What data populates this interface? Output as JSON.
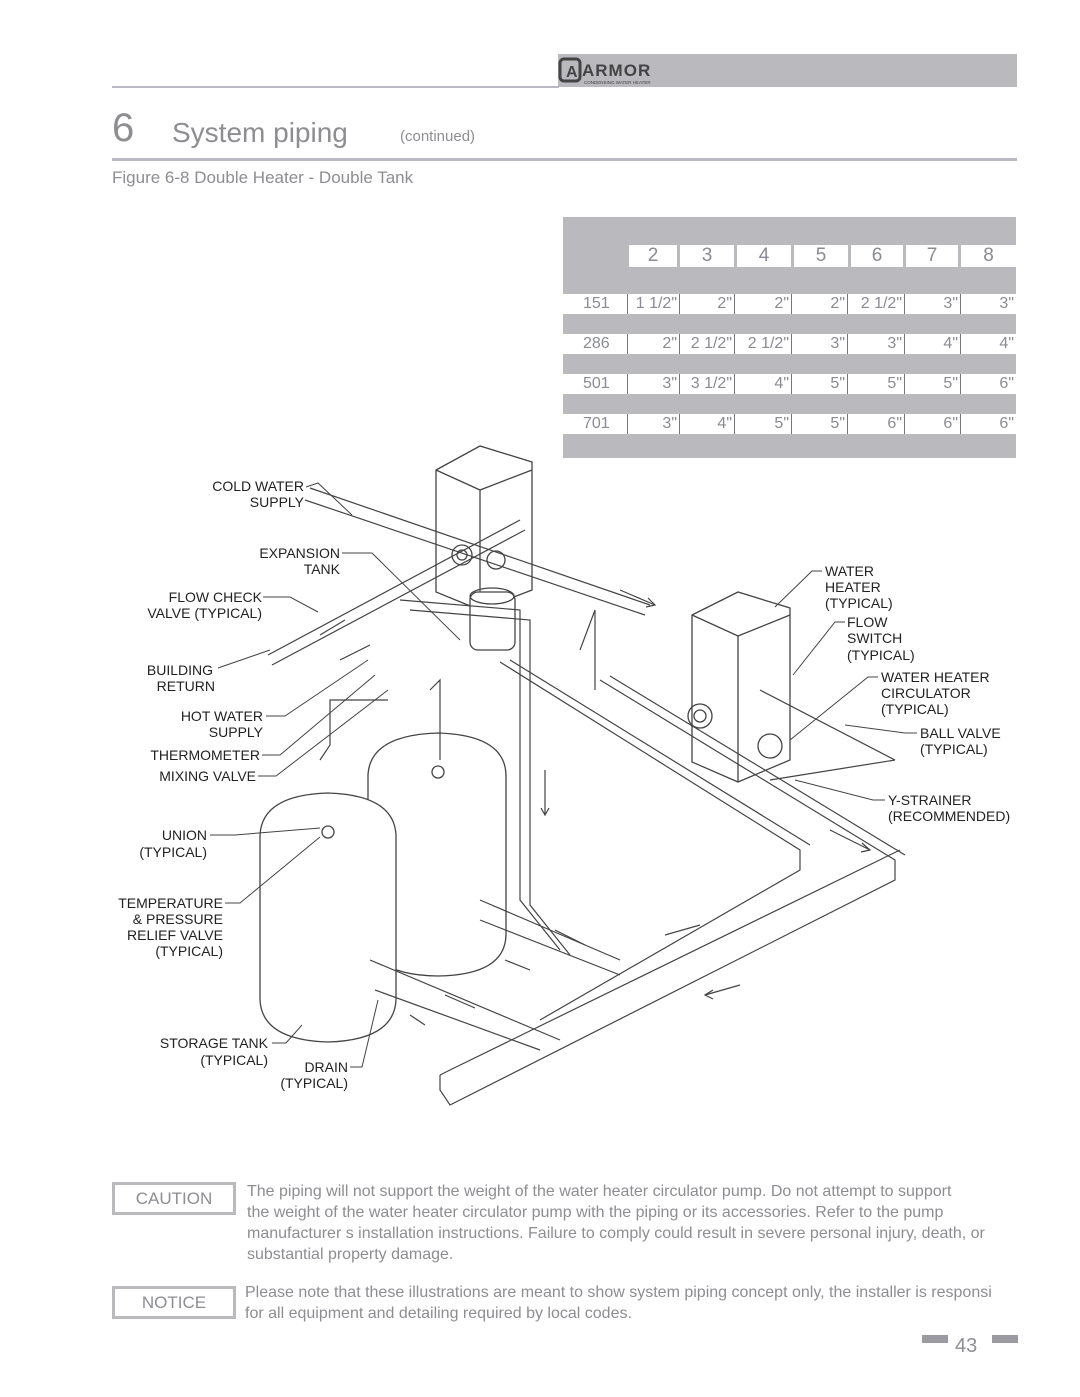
{
  "header": {
    "brand": "ARMOR",
    "brand_sub": "CONDENSING WATER HEATER"
  },
  "section": {
    "number": "6",
    "title": "System piping",
    "continued": "(continued)"
  },
  "figure_caption": "Figure 6-8  Double Heater - Double Tank",
  "table": {
    "columns": [
      "2",
      "3",
      "4",
      "5",
      "6",
      "7",
      "8"
    ],
    "rows": [
      {
        "label": "151",
        "cells": [
          "1 1/2\"",
          "2\"",
          "2\"",
          "2\"",
          "2 1/2\"",
          "3\"",
          "3\""
        ]
      },
      {
        "label": "286",
        "cells": [
          "2\"",
          "2 1/2\"",
          "2 1/2\"",
          "3\"",
          "3\"",
          "4\"",
          "4\""
        ]
      },
      {
        "label": "501",
        "cells": [
          "3\"",
          "3 1/2\"",
          "4\"",
          "5\"",
          "5\"",
          "5\"",
          "6\""
        ]
      },
      {
        "label": "701",
        "cells": [
          "3\"",
          "4\"",
          "5\"",
          "5\"",
          "6\"",
          "6\"",
          "6\""
        ]
      }
    ]
  },
  "labels": {
    "cold_water_1": "COLD WATER",
    "cold_water_2": "SUPPLY",
    "expansion_1": "EXPANSION",
    "expansion_2": "TANK",
    "flow_check_1": "FLOW CHECK",
    "flow_check_2": "VALVE (TYPICAL)",
    "building_1": "BUILDING",
    "building_2": "RETURN",
    "hot_water_1": "HOT WATER",
    "hot_water_2": "SUPPLY",
    "thermometer": "THERMOMETER",
    "mixing_valve": "MIXING VALVE",
    "union_1": "UNION",
    "union_2": "(TYPICAL)",
    "tp_1": "TEMPERATURE",
    "tp_2": "& PRESSURE",
    "tp_3": "RELIEF VALVE",
    "tp_4": "(TYPICAL)",
    "storage_1": "STORAGE TANK",
    "storage_2": "(TYPICAL)",
    "drain_1": "DRAIN",
    "drain_2": "(TYPICAL)",
    "water_heater_1": "WATER",
    "water_heater_2": "HEATER",
    "water_heater_3": "(TYPICAL)",
    "flow_switch_1": "FLOW",
    "flow_switch_2": "SWITCH",
    "flow_switch_3": "(TYPICAL)",
    "circ_1": "WATER HEATER",
    "circ_2": "CIRCULATOR",
    "circ_3": "(TYPICAL)",
    "ball_1": "BALL VALVE",
    "ball_2": "(TYPICAL)",
    "ystrainer_1": "Y-STRAINER",
    "ystrainer_2": "(RECOMMENDED)"
  },
  "caution": {
    "label": "CAUTION",
    "lines": [
      "The piping will not support the weight of the water heater circulator pump.  Do not attempt to support",
      "the weight of the water heater circulator pump with the piping or its accessories.  Refer to the pump",
      "manufacturer s installation instructions.  Failure to comply could result in severe personal injury, death, or",
      "substantial property damage."
    ]
  },
  "notice": {
    "label": "NOTICE",
    "lines": [
      "Please note that these illustrations are meant to show system piping concept only, the installer is responsi",
      "for all equipment and detailing required by local codes."
    ]
  },
  "page_number": "43"
}
